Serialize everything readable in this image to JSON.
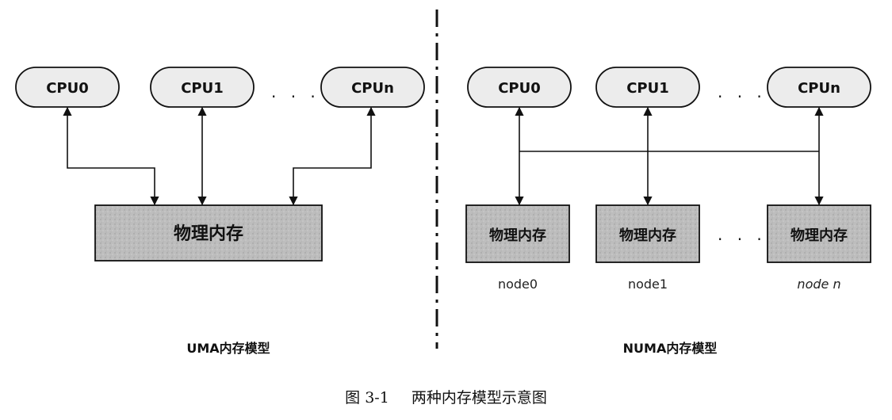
{
  "uma": {
    "cpus": [
      "CPU0",
      "CPU1",
      "CPUn"
    ],
    "ellipsis": ". . .",
    "memory_label": "物理内存",
    "model_label": "UMA内存模型"
  },
  "numa": {
    "cpus": [
      "CPU0",
      "CPU1",
      "CPUn"
    ],
    "ellipsis": ". . .",
    "memory_label": "物理内存",
    "nodes": [
      "node0",
      "node1",
      "node n"
    ],
    "model_label": "NUMA内存模型"
  },
  "caption": {
    "number": "图 3-1",
    "title": "两种内存模型示意图"
  },
  "colors": {
    "cpu_fill": "#ececec",
    "memory_fill": "#bdbdbd",
    "line": "#111111"
  }
}
